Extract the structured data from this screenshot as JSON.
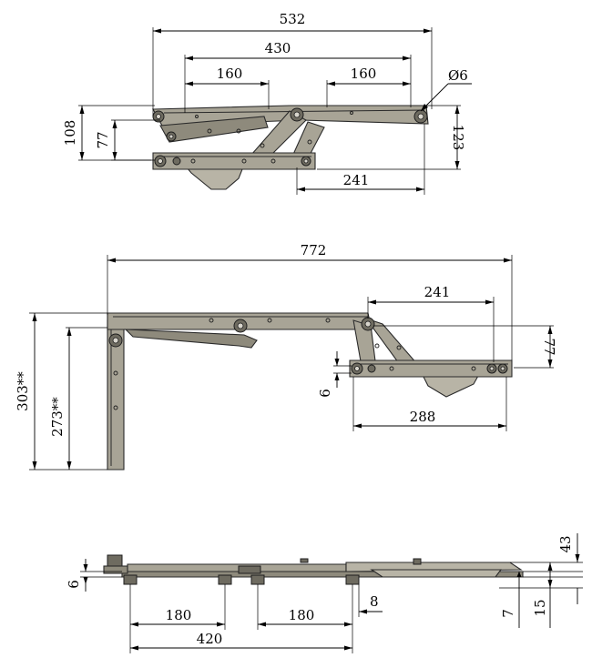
{
  "views": {
    "top": {
      "labels": {
        "overall_width": "532",
        "pivot_span": "430",
        "left_link": "160",
        "right_link": "160",
        "hole_dia": "Ø6",
        "height_outer": "108",
        "height_inner": "77",
        "height_right": "123",
        "bracket_length": "241"
      }
    },
    "open": {
      "labels": {
        "overall_width": "772",
        "bracket_top": "241",
        "bracket_bottom": "288",
        "drop": "77",
        "offset": "6",
        "height_outer": "303**",
        "height_inner": "273**"
      }
    },
    "side": {
      "labels": {
        "thickness": "6",
        "span_left": "180",
        "span_right": "180",
        "gap": "8",
        "total": "420",
        "height_top": "43",
        "height_mid": "7",
        "height_bottom": "15"
      }
    }
  },
  "colors": {
    "steel": "#a8a496",
    "ink": "#000000"
  }
}
